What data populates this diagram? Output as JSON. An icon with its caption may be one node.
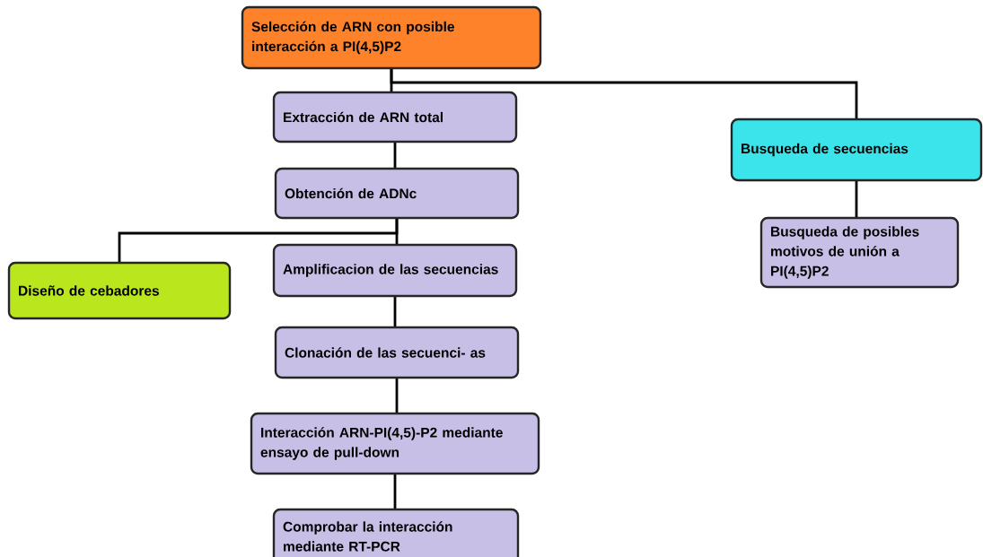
{
  "diagram": {
    "nodes": [
      {
        "text": [
          "Selección de ARN con posible interacción a PI(4,5)P2"
        ]
      },
      {
        "text": [
          "Extracción de ARN total"
        ]
      },
      {
        "text": [
          "Busqueda de secuencias"
        ]
      },
      {
        "text": [
          "Obtención de ADNc"
        ]
      },
      {
        "text": [
          "Busqueda de posibles motivos de unión a PI(4,5)P2"
        ]
      },
      {
        "text": [
          "Diseño de cebadores"
        ]
      },
      {
        "text": [
          "Amplificacion de las secuencias"
        ]
      },
      {
        "text": [
          "Clonación de las secuenci- as"
        ]
      },
      {
        "text": [
          "Interacción ARN-PI(4,5)-P2 mediante ensayo de pull-down"
        ]
      },
      {
        "text": [
          "Comprobar la interacción mediante RT-PCR"
        ]
      }
    ],
    "edges": [
      {
        "from": 0,
        "to": 1,
        "arrow": "none"
      },
      {
        "from": 0,
        "to": 2,
        "arrow": "none"
      },
      {
        "from": 1,
        "to": 3,
        "arrow": "none"
      },
      {
        "from": 3,
        "to": 6,
        "arrow": "none"
      },
      {
        "from": 3,
        "to": 5,
        "arrow": "none"
      },
      {
        "from": 2,
        "to": 4,
        "arrow": "none"
      },
      {
        "from": 6,
        "to": 7,
        "arrow": "none"
      },
      {
        "from": 7,
        "to": 8,
        "arrow": "none"
      },
      {
        "from": 8,
        "to": 9,
        "arrow": "none"
      }
    ]
  }
}
